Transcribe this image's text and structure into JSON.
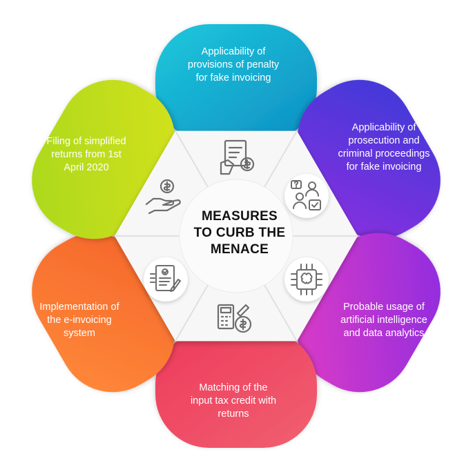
{
  "title": "MEASURES\nTO CURB THE\nMENACE",
  "petals": [
    {
      "text": "Applicability of\nprovisions of penalty\nfor fake invoicing",
      "color_a": "#1ec8dc",
      "color_b": "#0d8fc4",
      "icon": "invoice-dollar-icon"
    },
    {
      "text": "Applicability of\nprosecution and\ncriminal proceedings\nfor fake invoicing",
      "color_a": "#3c3ad8",
      "color_b": "#8b2fe0",
      "icon": "people-discussion-icon"
    },
    {
      "text": "Probable usage of\nartificial intelligence\nand data analytics",
      "color_a": "#8a2be2",
      "color_b": "#e23dc4",
      "icon": "ai-chip-icon"
    },
    {
      "text": "Matching of the\ninput tax credit with\nreturns",
      "color_a": "#f06070",
      "color_b": "#ee3a5c",
      "icon": "calculator-coin-icon"
    },
    {
      "text": "Implementation of\nthe e-invoicing\nsystem",
      "color_a": "#ff8a3a",
      "color_b": "#f5652a",
      "icon": "document-pen-icon"
    },
    {
      "text": "Filing of simplified\nreturns from 1st\nApril 2020",
      "color_a": "#a8d81e",
      "color_b": "#d6e21a",
      "icon": "hand-coin-icon"
    }
  ]
}
